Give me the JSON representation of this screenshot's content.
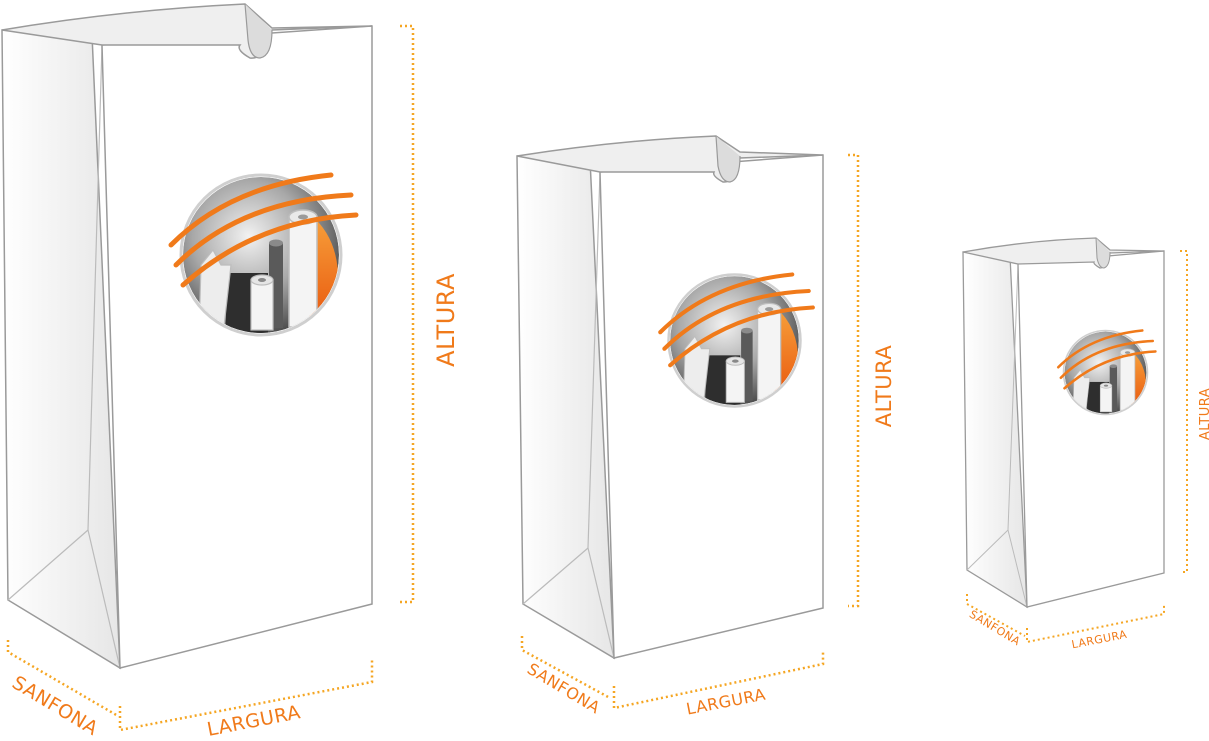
{
  "labels": {
    "height": "ALTURA",
    "width": "LARGURA",
    "gusset": "SANFONA"
  },
  "bags": [
    {
      "size": "large"
    },
    {
      "size": "medium"
    },
    {
      "size": "small"
    }
  ],
  "icons": {
    "logo": "company-logo-icon"
  },
  "colors": {
    "dimension_line": "#F5A623",
    "label_text": "#F07A1A",
    "bag_outline": "#9A9A9A",
    "bag_side": "#EEEEEE",
    "logo_arc": "#F07A1A"
  }
}
